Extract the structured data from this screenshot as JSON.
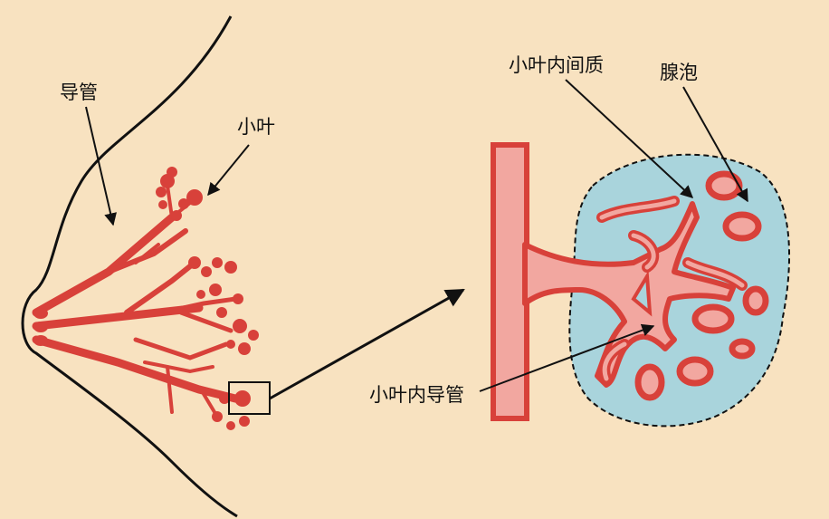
{
  "labels": {
    "duct": "导管",
    "lobule": "小叶",
    "intralobular_stroma": "小叶内间质",
    "acinus": "腺泡",
    "intralobular_duct": "小叶内导管"
  },
  "colors": {
    "background": "#f8e2c0",
    "duct_fill": "#d8413a",
    "duct_outline": "#c42e28",
    "duct_lumen": "#f2a7a0",
    "stroma": "#a9d4dc",
    "outline": "#111111"
  }
}
